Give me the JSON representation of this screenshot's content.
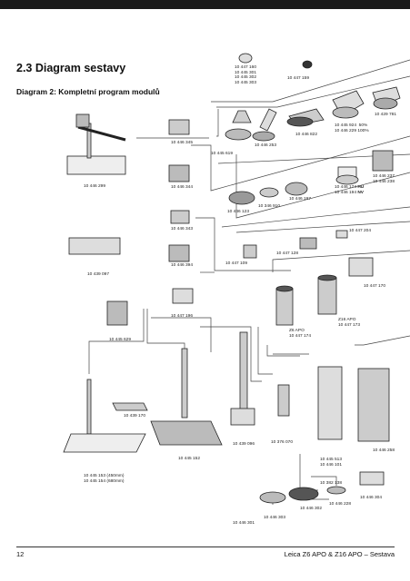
{
  "heading": "2.3 Diagram sestavy",
  "subheading": "Diagram 2: Kompletní program modulů",
  "codes": {
    "c_eyepieces": "10 447 160\n10 445 301\n10 445 302\n10 445 303",
    "c_447159": "10 447 159",
    "c_446345": "10 446 345",
    "c_446253": "10 446 253",
    "c_446822": "10 446 822",
    "c_445924": "10 445 924  50%\n10 446 229 100%",
    "c_429781": "10 429 781",
    "c_445619": "10 445 619",
    "c_446299": "10 446 299",
    "c_446344": "10 446 344",
    "c_446174_a": "10 446 174 ",
    "c_446174_b": "HU",
    "c_446194_a": "10 446 194 ",
    "c_446194_b": "NV",
    "c_446237": "10 446 237\n10 446 238",
    "c_446123": "10 446 123",
    "c_346910": "10 346 910",
    "c_446197": "10 446 197",
    "c_446343": "10 446 343",
    "c_447204": "10 447 204",
    "c_447109": "10 447 109",
    "c_447128": "10 447 128",
    "c_439097": "10 439 097",
    "c_446394": "10 446 394",
    "c_447170": "10 447 170",
    "c_447196": "10 447 196",
    "c_z6": "Z6 APO\n10 447 174",
    "c_z16": "Z16 APO\n10 447 173",
    "c_445629": "10 445 629",
    "c_439170": "10 439 170",
    "c_445152": "10 445 152",
    "c_439096": "10 439 096",
    "c_376070": "10 376 070",
    "c_446258": "10 446 258",
    "c_445153": "10 445 153 (450mm)\n10 445 154 (680mm)",
    "c_445513": "10 445 513\n10 446 101",
    "c_382138": "10 382 138",
    "c_446304": "10 446 304",
    "c_446228": "10 446 228",
    "c_446302": "10 446 302",
    "c_446303": "10 446 303",
    "c_446301": "10 446 301"
  },
  "footer": {
    "page_number": "12",
    "title": "Leica Z6 APO & Z16 APO – Sestava"
  }
}
